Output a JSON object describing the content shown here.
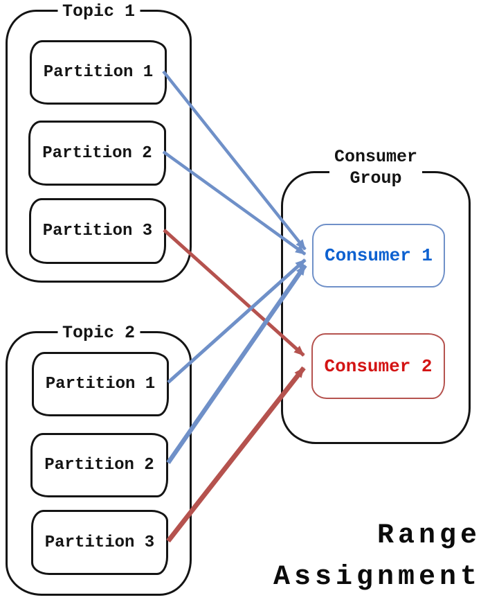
{
  "colors": {
    "blue": "#6f90c8",
    "red": "#b5524e",
    "blue-text": "#0d61d0",
    "red-text": "#d31414",
    "ink": "#141414"
  },
  "title": {
    "lines": [
      "Range",
      "Assignment"
    ]
  },
  "topics": [
    {
      "label": "Topic 1",
      "partitions": [
        "Partition 1",
        "Partition 2",
        "Partition 3"
      ]
    },
    {
      "label": "Topic 2",
      "partitions": [
        "Partition 1",
        "Partition 2",
        "Partition 3"
      ]
    }
  ],
  "consumer_group": {
    "label_lines": [
      "Consumer",
      "Group"
    ],
    "consumers": [
      {
        "label": "Consumer 1",
        "color": "blue"
      },
      {
        "label": "Consumer 2",
        "color": "red"
      }
    ]
  },
  "assignments": [
    {
      "from": "Topic 1 / Partition 1",
      "to": "Consumer 1",
      "color": "blue"
    },
    {
      "from": "Topic 1 / Partition 2",
      "to": "Consumer 1",
      "color": "blue"
    },
    {
      "from": "Topic 1 / Partition 3",
      "to": "Consumer 2",
      "color": "red"
    },
    {
      "from": "Topic 2 / Partition 1",
      "to": "Consumer 1",
      "color": "blue"
    },
    {
      "from": "Topic 2 / Partition 2",
      "to": "Consumer 1",
      "color": "blue"
    },
    {
      "from": "Topic 2 / Partition 3",
      "to": "Consumer 2",
      "color": "red"
    }
  ]
}
